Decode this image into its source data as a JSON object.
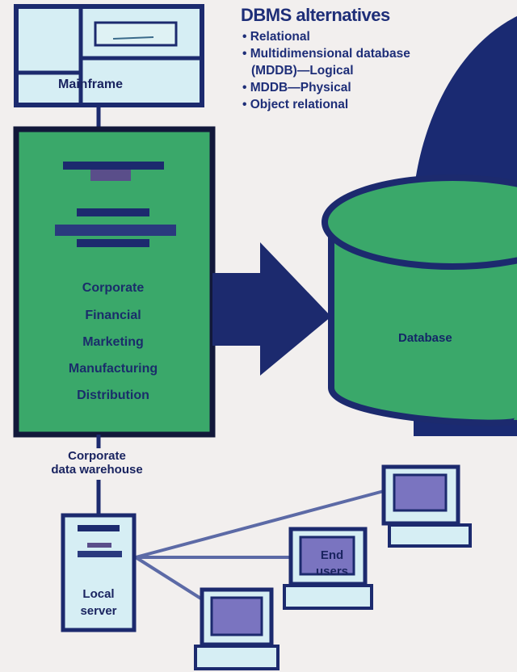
{
  "dbms": {
    "title": "DBMS alternatives",
    "items": [
      "• Relational",
      "• Multidimensional database",
      "(MDDB)—Logical",
      "• MDDB—Physical",
      "• Object relational"
    ]
  },
  "mainframe": {
    "label": "Mainframe"
  },
  "warehouse": {
    "sectors": [
      "Corporate",
      "Financial",
      "Marketing",
      "Manufacturing",
      "Distribution"
    ],
    "label_line1": "Corporate",
    "label_line2": "data warehouse"
  },
  "database": {
    "label": "Database"
  },
  "local_server": {
    "label_line1": "Local",
    "label_line2": "server"
  },
  "end_users": {
    "label_line1": "End",
    "label_line2": "users"
  },
  "colors": {
    "navy": "#1c2a6e",
    "green": "#3aa86a",
    "light_blue": "#d8eef2",
    "background": "#f2efee"
  }
}
